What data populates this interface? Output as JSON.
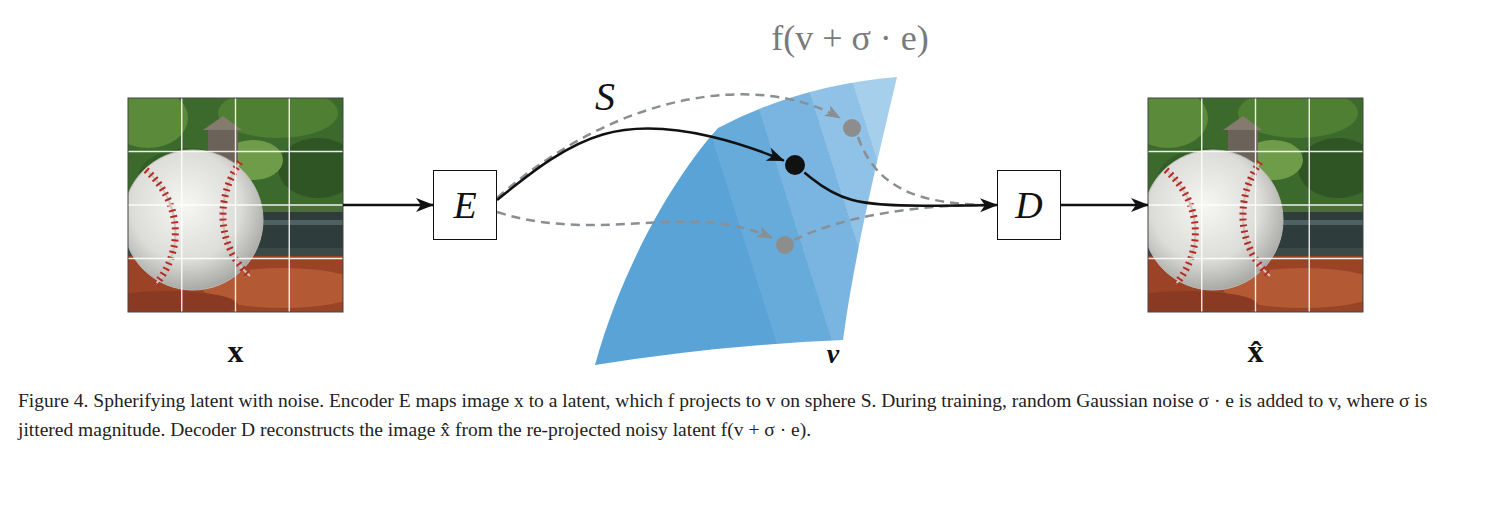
{
  "diagram": {
    "caption": "Figure 4. Spherifying latent with noise. Encoder E maps image x to a latent, which f projects to v on sphere S. During training, random Gaussian noise σ · e is added to v, where σ is jittered magnitude. Decoder D reconstructs the image x̂ from the re-projected noisy latent f(v + σ · e).",
    "nodes": [
      {
        "text": [
          "x"
        ]
      },
      {
        "text": [
          "E"
        ]
      },
      {
        "text": [
          "S"
        ]
      },
      {
        "text": [
          "v"
        ],
        "in": 2
      },
      {
        "text": [
          "D"
        ]
      },
      {
        "text": [
          "x̂"
        ]
      }
    ],
    "edges": [
      {
        "from": 0,
        "to": 1,
        "arrow": "to"
      },
      {
        "from": 1,
        "to": 3,
        "arrow": "to"
      },
      {
        "from": 3,
        "to": 4,
        "arrow": "to"
      },
      {
        "from": 4,
        "to": 5,
        "arrow": "to"
      }
    ],
    "labels": [
      "f(v + σ · e)"
    ]
  }
}
